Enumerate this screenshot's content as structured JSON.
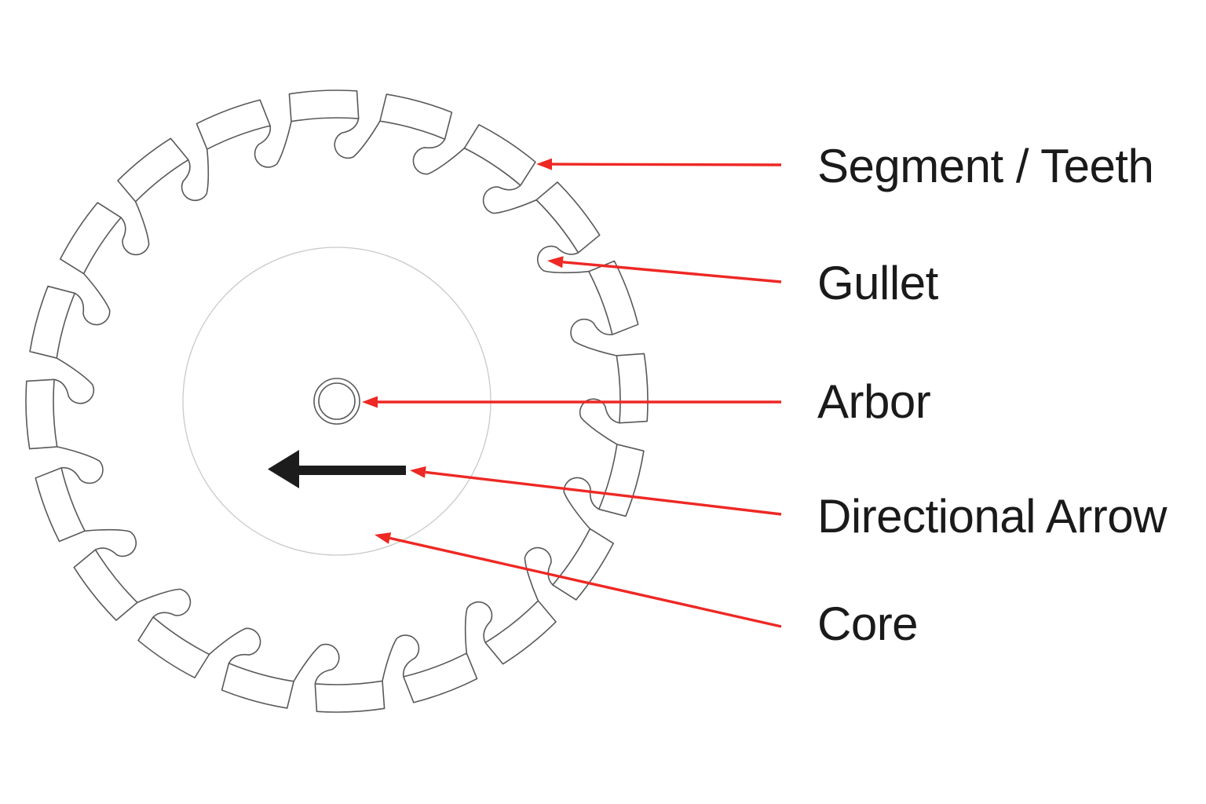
{
  "page": {
    "background": "#FFFFFF"
  },
  "diagram": {
    "colors": {
      "outline_gray": "#58595B",
      "core_circle_gray": "#C8C9CB",
      "callout_red": "#EE2824",
      "ink_black": "#1C1C1C",
      "text_black": "#1A1A1A",
      "blade_fill": "#FFFFFF"
    },
    "blade": {
      "segment_count": 20,
      "directional_arrow_points": "left"
    },
    "callouts": [
      {
        "id": "segment",
        "label": "Segment / Teeth"
      },
      {
        "id": "gullet",
        "label": "Gullet"
      },
      {
        "id": "arbor",
        "label": "Arbor"
      },
      {
        "id": "directional-arrow",
        "label": "Directional Arrow"
      },
      {
        "id": "core",
        "label": "Core"
      }
    ]
  }
}
